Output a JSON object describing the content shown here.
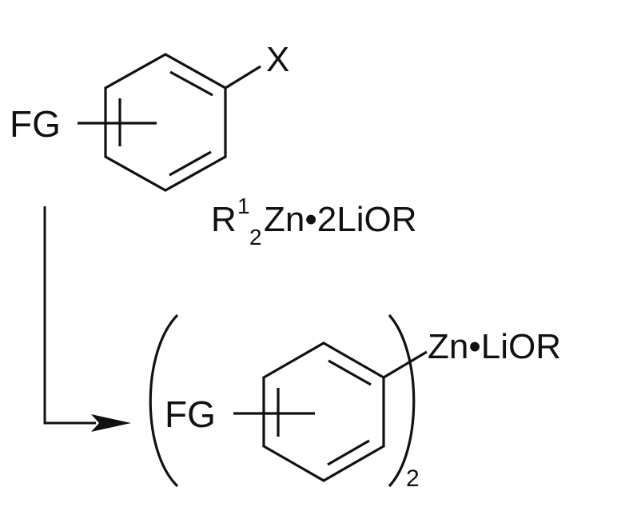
{
  "reactant": {
    "substituent_label": "X",
    "functional_group_label": "FG"
  },
  "reagent": {
    "r_label": "R",
    "r_superscript": "1",
    "r_subscript": "2",
    "rest": "Zn•2LiOR"
  },
  "product": {
    "functional_group_label": "FG",
    "multiplier": "2",
    "zinc_label": "Zn•LiOR"
  }
}
